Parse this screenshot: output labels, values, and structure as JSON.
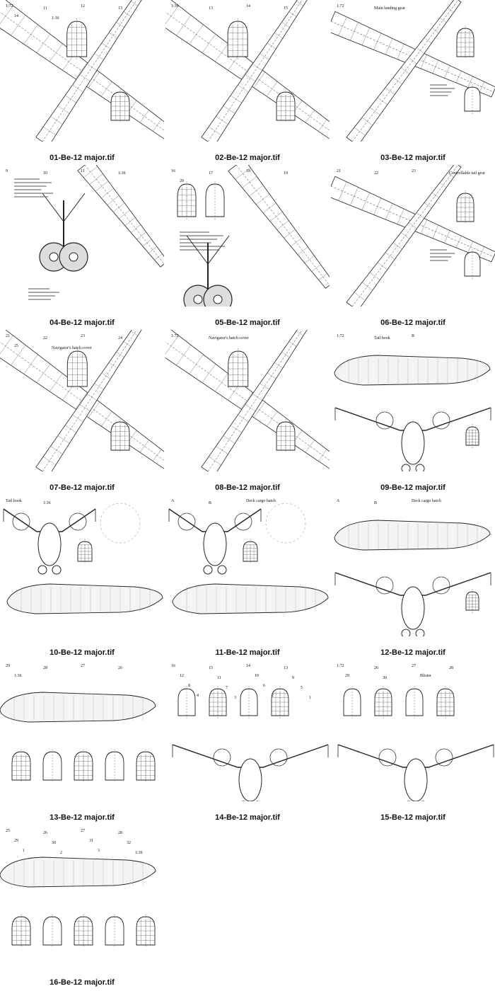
{
  "gallery": {
    "items": [
      {
        "file": "01-Be-12 major.tif",
        "labels": [
          "1:72",
          "11",
          "12",
          "13",
          "14",
          "1:36"
        ]
      },
      {
        "file": "02-Be-12 major.tif",
        "labels": [
          "1:36",
          "13",
          "14",
          "15"
        ]
      },
      {
        "file": "03-Be-12 major.tif",
        "labels": [
          "1:72",
          "Main landing gear"
        ]
      },
      {
        "file": "04-Be-12 major.tif",
        "labels": [
          "9",
          "10",
          "11",
          "1:36"
        ]
      },
      {
        "file": "05-Be-12 major.tif",
        "labels": [
          "16",
          "17",
          "18",
          "19",
          "20"
        ]
      },
      {
        "file": "06-Be-12 major.tif",
        "labels": [
          "21",
          "22",
          "23",
          "Controllable tail gear"
        ]
      },
      {
        "file": "07-Be-12 major.tif",
        "labels": [
          "21",
          "22",
          "23",
          "24",
          "25",
          "Navigator's hatch cover"
        ]
      },
      {
        "file": "08-Be-12 major.tif",
        "labels": [
          "1:72",
          "Navigator's hatch cover"
        ]
      },
      {
        "file": "09-Be-12 major.tif",
        "labels": [
          "1:72",
          "Tail hook",
          "B"
        ]
      },
      {
        "file": "10-Be-12 major.tif",
        "labels": [
          "Tail hook",
          "1:36"
        ]
      },
      {
        "file": "11-Be-12 major.tif",
        "labels": [
          "A",
          "B",
          "Deck cargo hatch"
        ]
      },
      {
        "file": "12-Be-12 major.tif",
        "labels": [
          "A",
          "B",
          "Deck cargo hatch"
        ]
      },
      {
        "file": "13-Be-12 major.tif",
        "labels": [
          "29",
          "28",
          "27",
          "26",
          "1:36"
        ]
      },
      {
        "file": "14-Be-12 major.tif",
        "labels": [
          "16",
          "15",
          "14",
          "13",
          "12",
          "11",
          "10",
          "9",
          "8",
          "7",
          "6",
          "5",
          "4",
          "3",
          "2",
          "1"
        ]
      },
      {
        "file": "15-Be-12 major.tif",
        "labels": [
          "1:72",
          "26",
          "27",
          "28",
          "29",
          "30",
          "Blister"
        ]
      },
      {
        "file": "16-Be-12 major.tif",
        "labels": [
          "25",
          "26",
          "27",
          "28",
          "29",
          "30",
          "31",
          "32",
          "1",
          "2",
          "3",
          "1:36"
        ]
      }
    ]
  }
}
